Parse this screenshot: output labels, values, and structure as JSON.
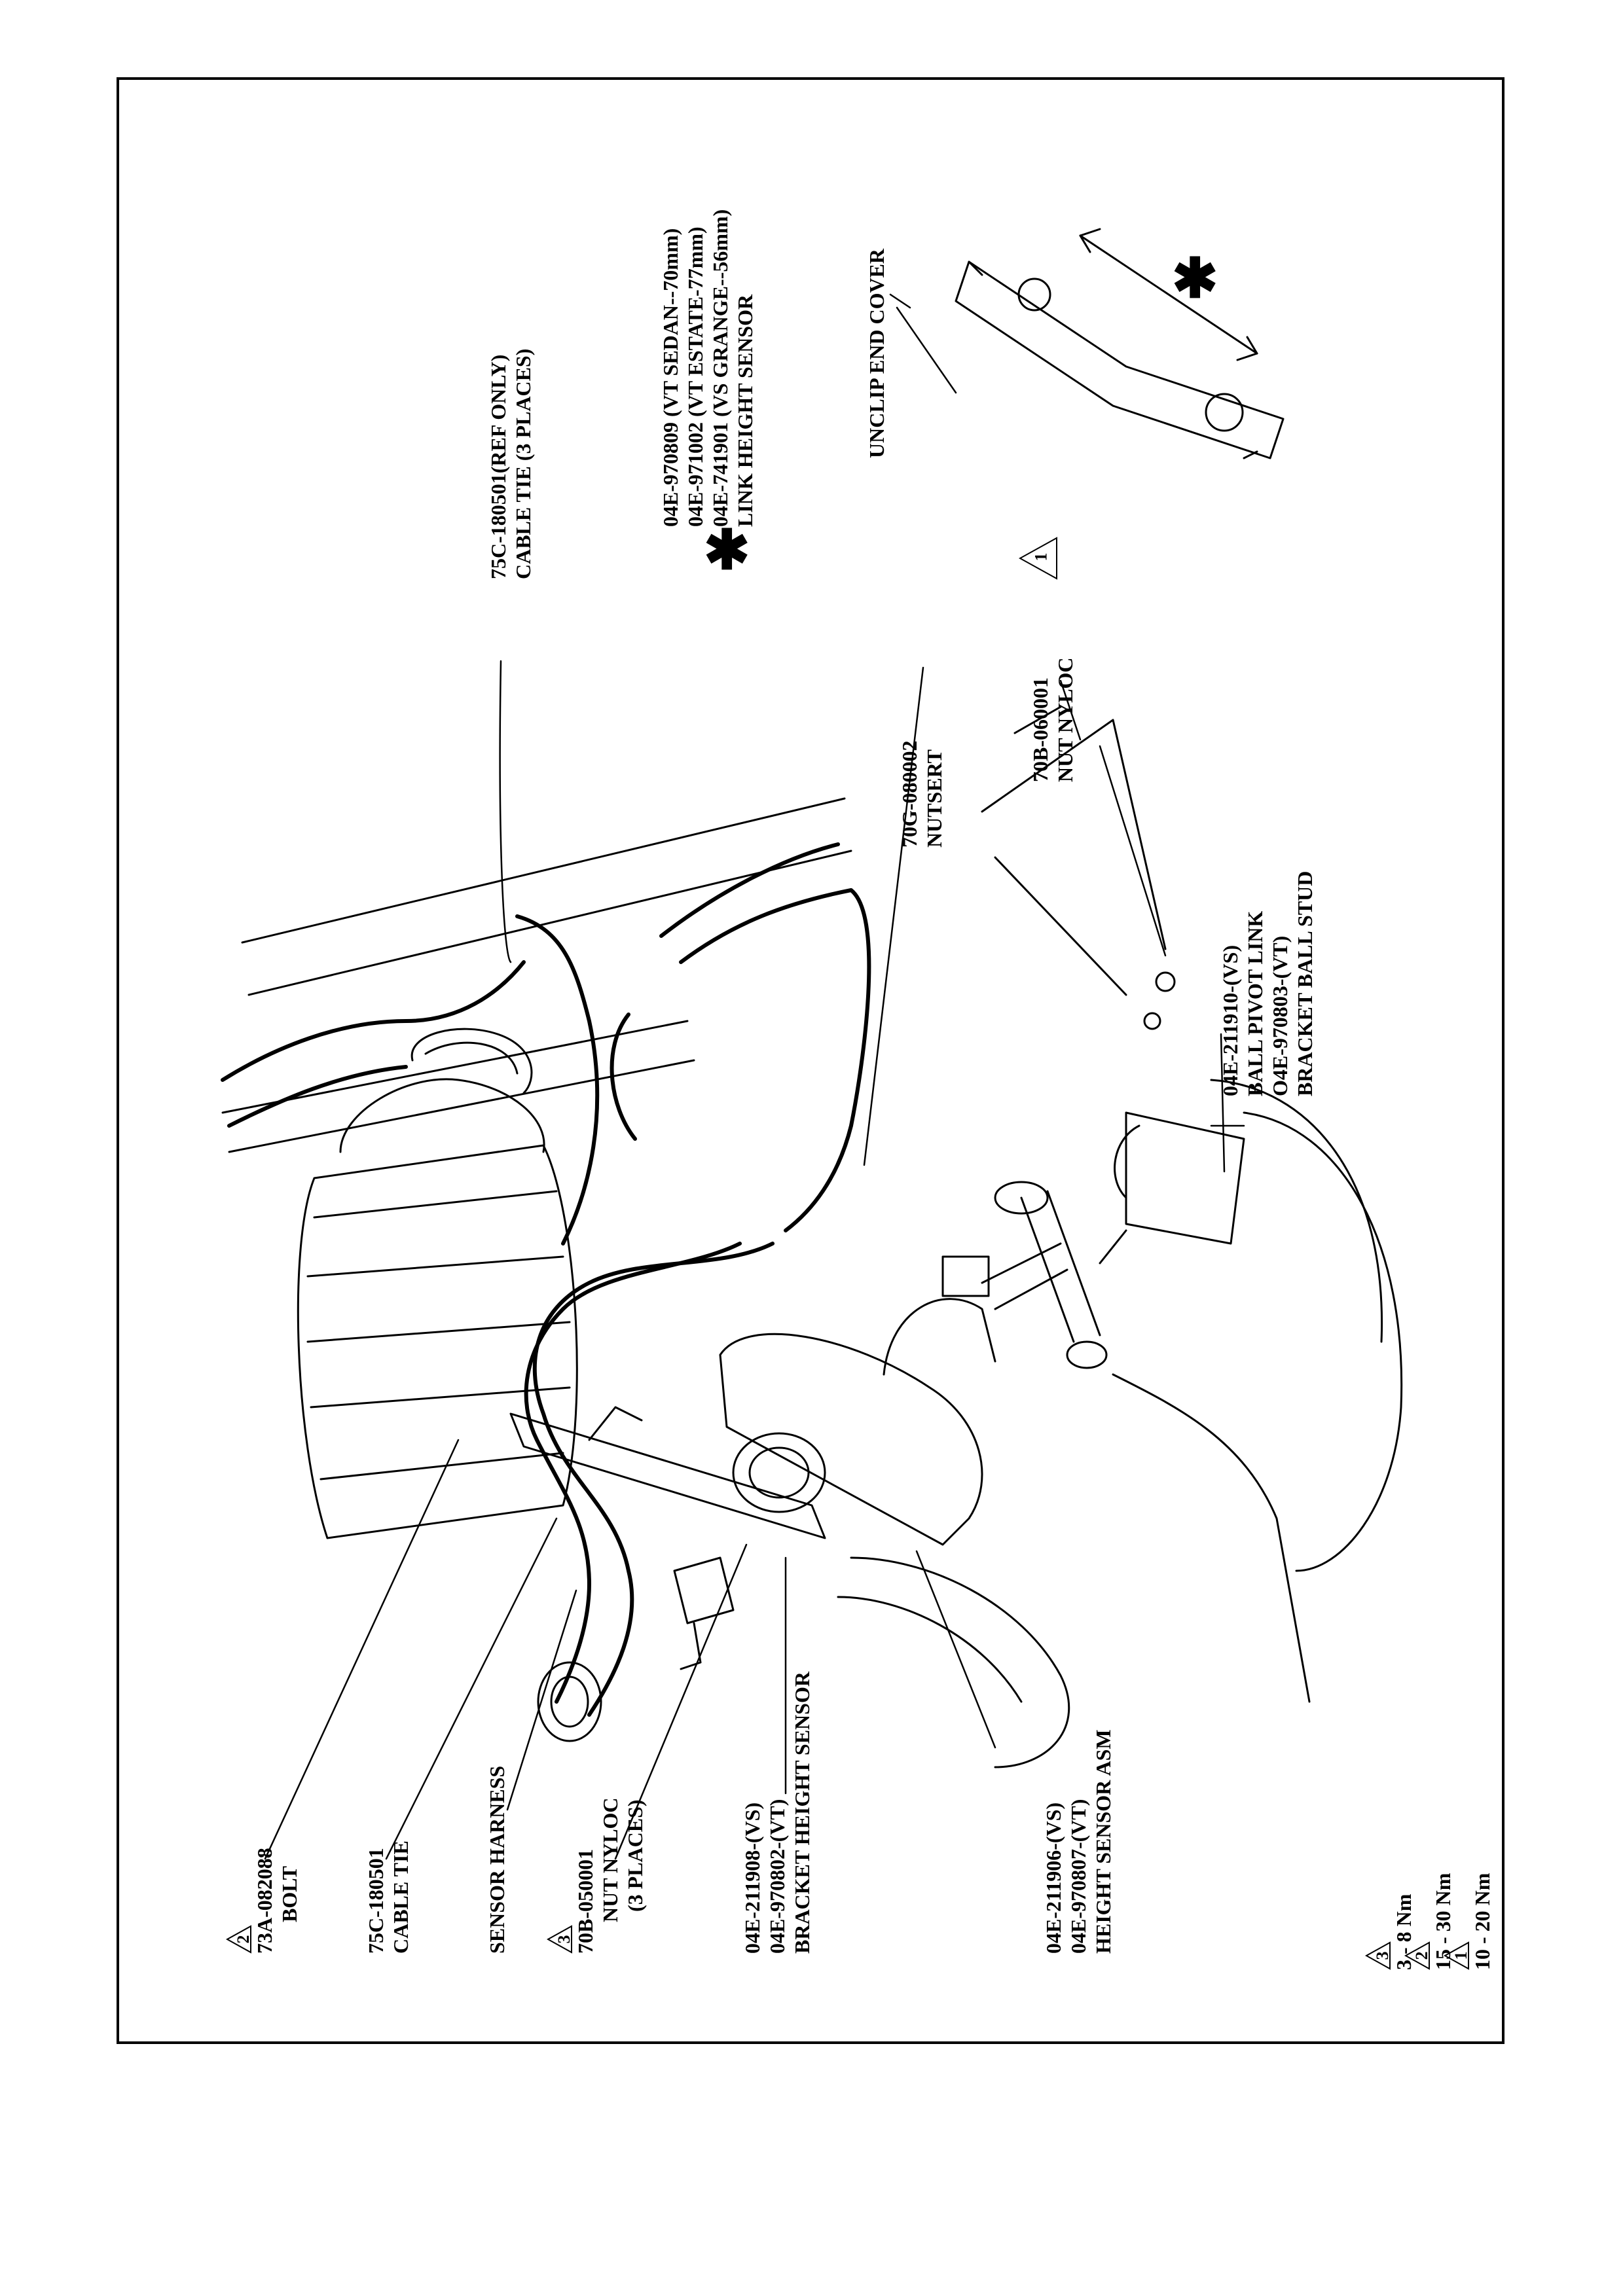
{
  "callouts": {
    "bolt": {
      "badge": "2",
      "part": "73A-082088",
      "name": "BOLT"
    },
    "cable_tie": {
      "part": "75C-180501",
      "name": "CABLE TIE"
    },
    "sensor_harness": {
      "name": "SENSOR HARNESS"
    },
    "nut_nyloc_3": {
      "badge": "3",
      "part": "70B-050001",
      "name": "NUT NYLOC",
      "note": "(3 PLACES)"
    },
    "bracket_height_sensor": {
      "line1": "04E-211908-(VS)",
      "line2": "04E-970802-(VT)",
      "name": "BRACKET HEIGHT SENSOR"
    },
    "height_sensor_asm": {
      "line1": "04E-211906-(VS)",
      "line2": "04E-970807-(VT)",
      "name": "HEIGHT SENSOR ASM"
    },
    "cable_tie_ref": {
      "line1": "75C-180501(REF ONLY)",
      "line2": "CABLE TIE  (3 PLACES)"
    },
    "link_height_sensor": {
      "line1": "04E-970809 (VT SEDAN--70mm)",
      "line2": "04E-971002  (VT  ESTATE-77mm)",
      "line3": "04E-741901  (VS  GRANGE--56mm)",
      "name": "LINK HEIGHT SENSOR",
      "symbol": "✱"
    },
    "nutsert": {
      "part": "70G-080002",
      "name": "NUTSERT"
    },
    "nut_nyloc_1": {
      "part": "70B-060001",
      "name": "NUT NYLOC",
      "badge": "1"
    },
    "ball_pivot": {
      "line1": "04E-211910-(VS)",
      "line2": "BALL PIVOT LINK",
      "line3": "O4E-970803-(VT)",
      "name": "BRACKET BALL STUD"
    },
    "unclip": {
      "name": "UNCLIP END COVER",
      "symbol": "✱"
    }
  },
  "torque_legend": [
    {
      "badge": "3",
      "value": "3 - 8 Nm"
    },
    {
      "badge": "2",
      "value": "15 - 30 Nm"
    },
    {
      "badge": "1",
      "value": "10 - 20 Nm"
    }
  ]
}
